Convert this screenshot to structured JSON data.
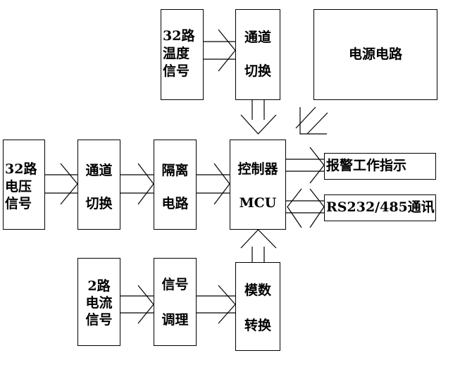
{
  "blocks": {
    "temp32": [
      "32路",
      "温度",
      "信号"
    ],
    "chan_top": [
      "通道",
      "切换"
    ],
    "power": "电源电路",
    "volt32": [
      "32路",
      "电压",
      "信号"
    ],
    "chan_mid": [
      "通道",
      "切换"
    ],
    "isolate": [
      "隔离",
      "电路"
    ],
    "mcu": [
      "控制器",
      "MCU"
    ],
    "alarm": "报警工作指示",
    "comm": "RS232/485通讯",
    "curr2": [
      "2路",
      "电流",
      "信号"
    ],
    "cond": [
      "信号",
      "调理"
    ],
    "adc": [
      "模数",
      "转换"
    ]
  }
}
